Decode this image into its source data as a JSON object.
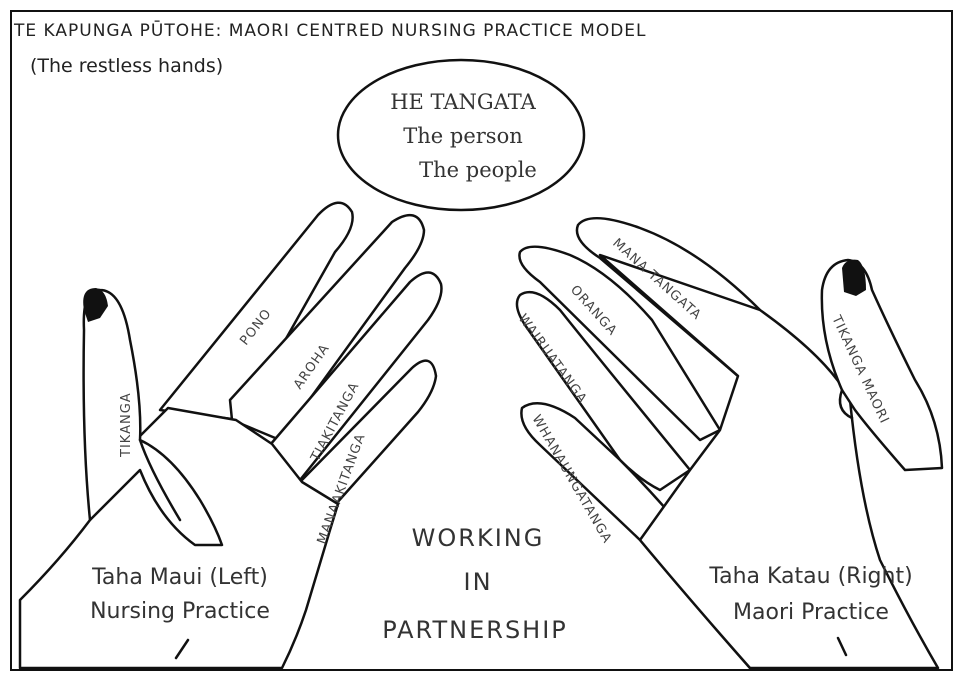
{
  "title": "TE KAPUNGA  PŪTOHE: MAORI CENTRED NURSING PRACTICE MODEL",
  "subtitle": "(The restless hands)",
  "center_oval": {
    "line1": "HE TANGATA",
    "line2": "The person",
    "line3": "The people"
  },
  "left_hand": {
    "thumb": "TIKANGA",
    "fingers": [
      "PONO",
      "AROHA",
      "TIAKITANGA",
      "MANAAKITANGA"
    ],
    "label_line1": "Taha Maui (Left)",
    "label_line2": "Nursing Practice"
  },
  "right_hand": {
    "thumb": "TIKANGA MAORI",
    "fingers": [
      "MANA TANGATA",
      "ORANGA",
      "WAIRUATANGA",
      "WHANAUNGATANGA"
    ],
    "label_line1": "Taha Katau (Right)",
    "label_line2": "Maori Practice"
  },
  "center_text": {
    "line1": "WORKING",
    "line2": "IN",
    "line3": "PARTNERSHIP"
  }
}
